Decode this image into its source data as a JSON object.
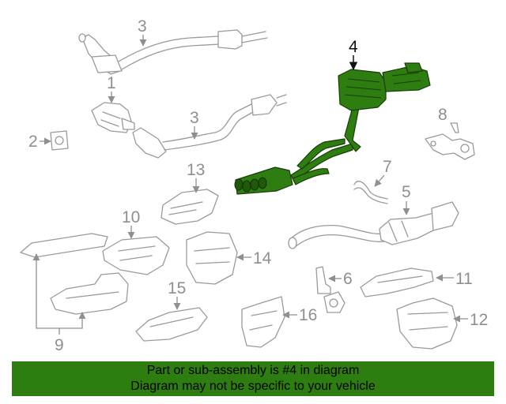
{
  "callouts": {
    "c1": "1",
    "c2": "2",
    "c3a": "3",
    "c3b": "3",
    "c4": "4",
    "c5": "5",
    "c6": "6",
    "c7": "7",
    "c8": "8",
    "c9": "9",
    "c10": "10",
    "c11": "11",
    "c12": "12",
    "c13": "13",
    "c14": "14",
    "c15": "15",
    "c16": "16"
  },
  "highlight": {
    "part": "4",
    "color": "#2e7d10"
  },
  "banner": {
    "line1": "Part or sub-assembly is #4 in diagram",
    "line2": "Diagram may not be specific to your vehicle",
    "background": "#2e7d10"
  }
}
